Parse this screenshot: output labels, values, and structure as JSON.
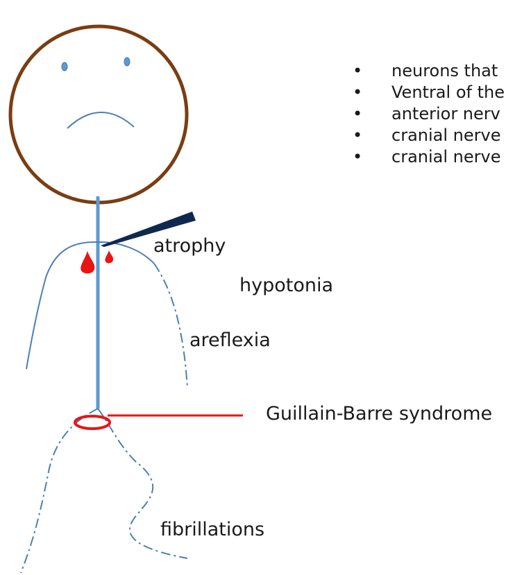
{
  "labels": {
    "atrophy": "atrophy",
    "hypotonia": "hypotonia",
    "areflexia": "areflexia",
    "guillain_barre": "Guillain-Barre syndrome",
    "fibrillations": "fibrillations"
  },
  "bullets": [
    {
      "text": "neurons that"
    },
    {
      "text": "Ventral of the"
    },
    {
      "text": "anterior nerv"
    },
    {
      "text": "cranial nerve"
    },
    {
      "text": "cranial nerve"
    }
  ],
  "bullet_glyph": "•",
  "colors": {
    "head_outline": "#7a3d12",
    "body_line": "#4a7fb5",
    "spine": "#5b9bd5",
    "needle": "#0f2850",
    "blood": "#e81515",
    "lesion": "#e81515",
    "eye": "#5b9bd5"
  }
}
